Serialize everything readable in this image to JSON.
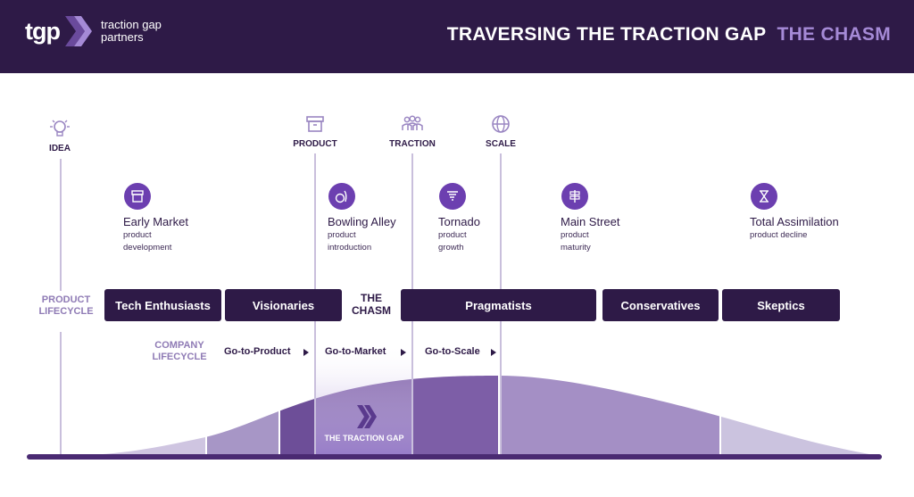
{
  "header": {
    "logo_text": "tgp",
    "brand_line1": "traction gap",
    "brand_line2": "partners",
    "title": "TRAVERSING THE TRACTION GAP",
    "title_accent": "THE CHASM"
  },
  "milestones": [
    {
      "label": "IDEA",
      "icon": "lightbulb-icon"
    },
    {
      "label": "PRODUCT",
      "icon": "box-icon"
    },
    {
      "label": "TRACTION",
      "icon": "people-icon"
    },
    {
      "label": "SCALE",
      "icon": "globe-icon"
    }
  ],
  "stages": [
    {
      "title": "Early Market",
      "subtitle_1": "product",
      "subtitle_2": "development",
      "icon": "box-icon"
    },
    {
      "title": "Bowling Alley",
      "subtitle_1": "product",
      "subtitle_2": "introduction",
      "icon": "bowling-icon"
    },
    {
      "title": "Tornado",
      "subtitle_1": "product",
      "subtitle_2": "growth",
      "icon": "tornado-icon"
    },
    {
      "title": "Main Street",
      "subtitle_1": "product",
      "subtitle_2": "maturity",
      "icon": "signpost-icon"
    },
    {
      "title": "Total Assimilation",
      "subtitle_1": "product decline",
      "subtitle_2": "",
      "icon": "hourglass-icon"
    }
  ],
  "product_lifecycle": {
    "label_line1": "PRODUCT",
    "label_line2": "LIFECYCLE",
    "segments": [
      "Tech Enthusiasts",
      "Visionaries",
      "Pragmatists",
      "Conservatives",
      "Skeptics"
    ],
    "chasm_line1": "THE",
    "chasm_line2": "CHASM"
  },
  "company_lifecycle": {
    "label_line1": "COMPANY",
    "label_line2": "LIFECYCLE",
    "steps": [
      "Go-to-Product",
      "Go-to-Market",
      "Go-to-Scale"
    ]
  },
  "gap_label": "THE TRACTION GAP",
  "colors": {
    "header_bg": "#2e1a47",
    "accent": "#a58ad6",
    "segment_bg": "#2e1a47",
    "icon_circle": "#6c3fb0"
  }
}
